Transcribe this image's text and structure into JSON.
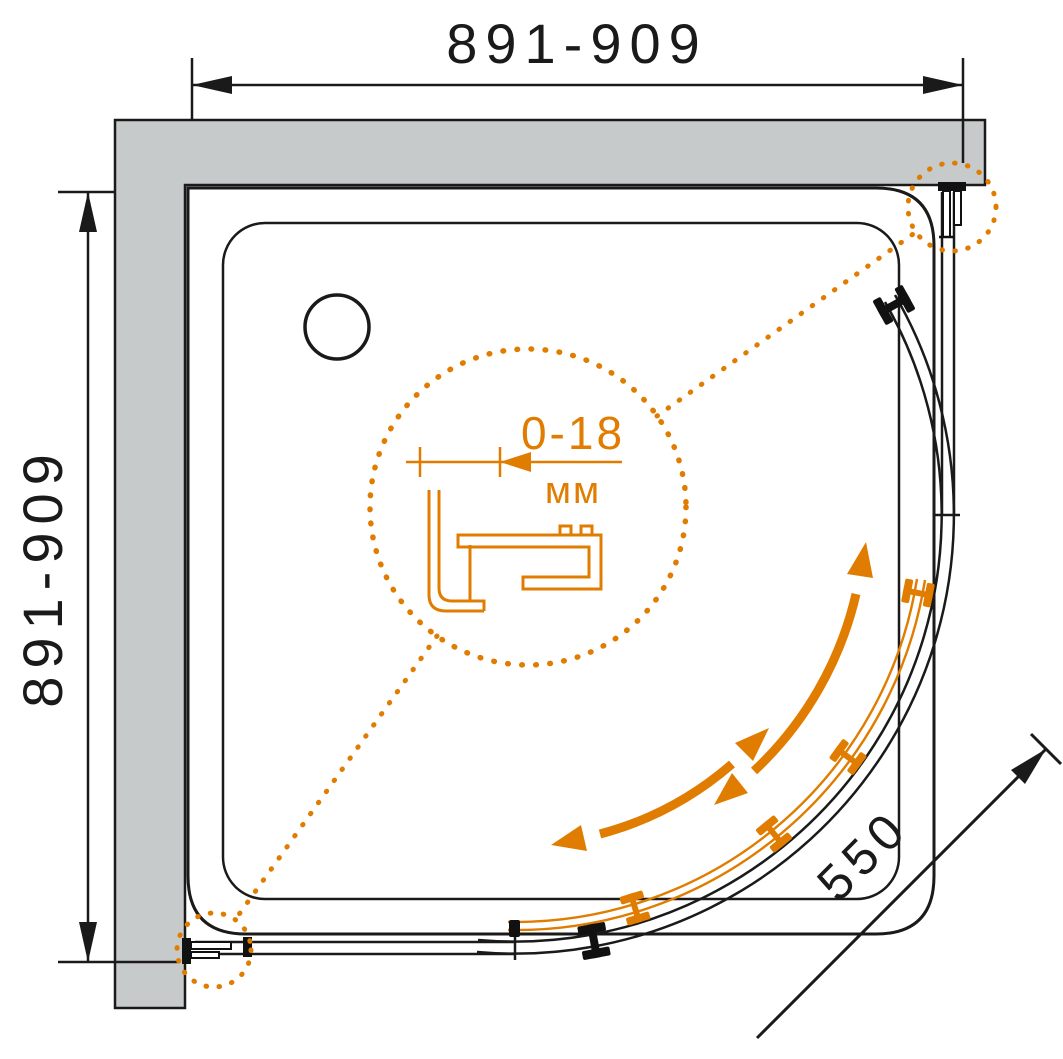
{
  "drawing": {
    "colors": {
      "accent_orange": "#e07d00",
      "wall_gray": "#c7cacb",
      "line_black": "#1a1a1a"
    },
    "dimensions": {
      "width_top": "891-909",
      "depth_left": "891-909",
      "door_radius": "550"
    },
    "detail": {
      "range": "0-18",
      "unit": "мм"
    }
  }
}
